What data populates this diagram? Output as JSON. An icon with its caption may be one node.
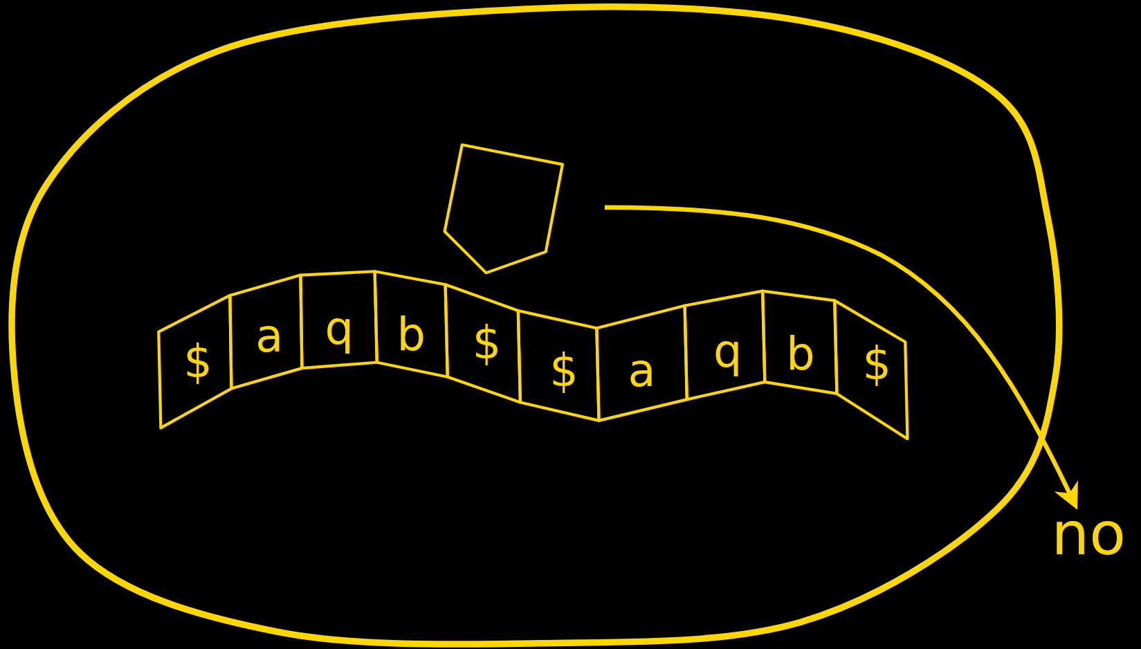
{
  "diagram": {
    "nodes": [
      {
        "text": [],
        "shape": "loop"
      },
      {
        "text": [
          "$"
        ],
        "in": 0
      },
      {
        "text": [
          "a"
        ],
        "in": 0
      },
      {
        "text": [
          "q"
        ],
        "in": 0
      },
      {
        "text": [
          "b"
        ],
        "in": 0
      },
      {
        "text": [
          "$"
        ],
        "in": 0
      },
      {
        "text": [
          "$"
        ],
        "in": 0
      },
      {
        "text": [
          "a"
        ],
        "in": 0
      },
      {
        "text": [
          "q"
        ],
        "in": 0
      },
      {
        "text": [
          "b"
        ],
        "in": 0
      },
      {
        "text": [
          "$"
        ],
        "in": 0
      },
      {
        "text": [],
        "shape": "pentagon",
        "in": 0
      },
      {
        "text": [
          "no"
        ]
      }
    ],
    "edges": [
      {
        "from": null,
        "to": 12,
        "arrow": "to"
      }
    ]
  }
}
